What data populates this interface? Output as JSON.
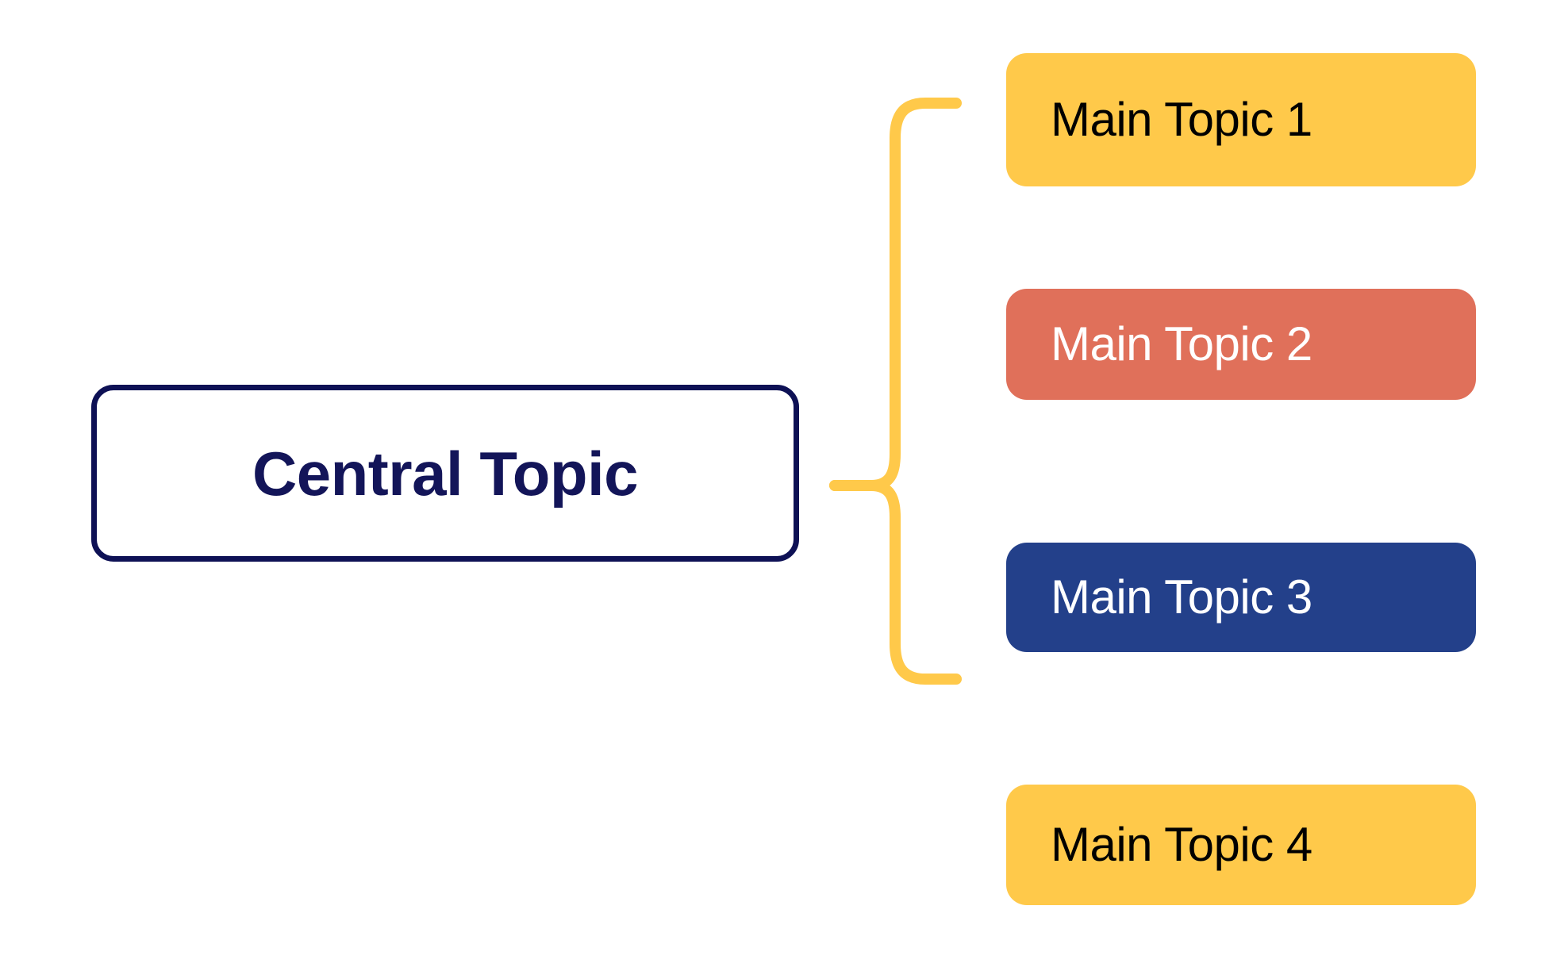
{
  "diagram": {
    "type": "mind-map",
    "background_color": "#FFFFFF",
    "central": {
      "label": "Central Topic",
      "fill_color": "#FFFFFF",
      "border_color": "#0E1155",
      "text_color": "#131559"
    },
    "connector": {
      "name": "curly-brace-connector",
      "color": "#FFC94A",
      "stroke_width": 14
    },
    "branches": [
      {
        "label": "Main Topic 1",
        "fill_color": "#FFC94A",
        "text_color": "#000000"
      },
      {
        "label": "Main Topic 2",
        "fill_color": "#E0705A",
        "text_color": "#FFFFFF"
      },
      {
        "label": "Main Topic 3",
        "fill_color": "#23408A",
        "text_color": "#FFFFFF"
      },
      {
        "label": "Main Topic 4",
        "fill_color": "#FFC94A",
        "text_color": "#000000"
      }
    ]
  }
}
